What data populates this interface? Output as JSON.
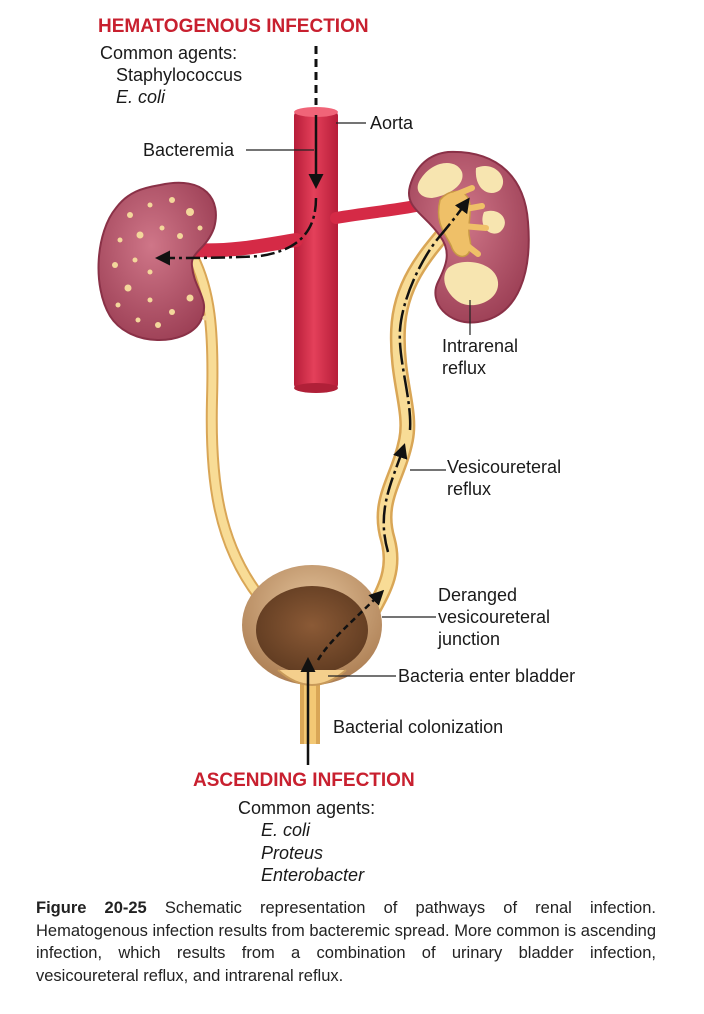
{
  "hematogenous": {
    "title": "HEMATOGENOUS INFECTION",
    "agents_heading": "Common agents:",
    "agents": [
      "Staphylococcus",
      "E. coli"
    ]
  },
  "labels": {
    "aorta": "Aorta",
    "bacteremia": "Bacteremia",
    "intrarenal_line1": "Intrarenal",
    "intrarenal_line2": "reflux",
    "vesicoureteral_line1": "Vesicoureteral",
    "vesicoureteral_line2": "reflux",
    "deranged_line1": "Deranged",
    "deranged_line2": "vesicoureteral",
    "deranged_line3": "junction",
    "bacteria_enter": "Bacteria enter bladder",
    "colonization": "Bacterial colonization"
  },
  "ascending": {
    "title": "ASCENDING INFECTION",
    "agents_heading": "Common agents:",
    "agents": [
      "E. coli",
      "Proteus",
      "Enterobacter"
    ]
  },
  "caption": {
    "figure_label": "Figure 20-25",
    "text": " Schematic representation of pathways of renal infection. Hematogenous infection results from bacteremic spread. More common is ascending infection, which results from a combination of urinary bladder infection, vesicoureteral reflux, and intrarenal reflux."
  },
  "colors": {
    "heading_red": "#c8202f",
    "aorta": "#d52a46",
    "kidney": "#b9576c",
    "ureter": "#f6d28a",
    "bladder": "#c49a6c"
  }
}
